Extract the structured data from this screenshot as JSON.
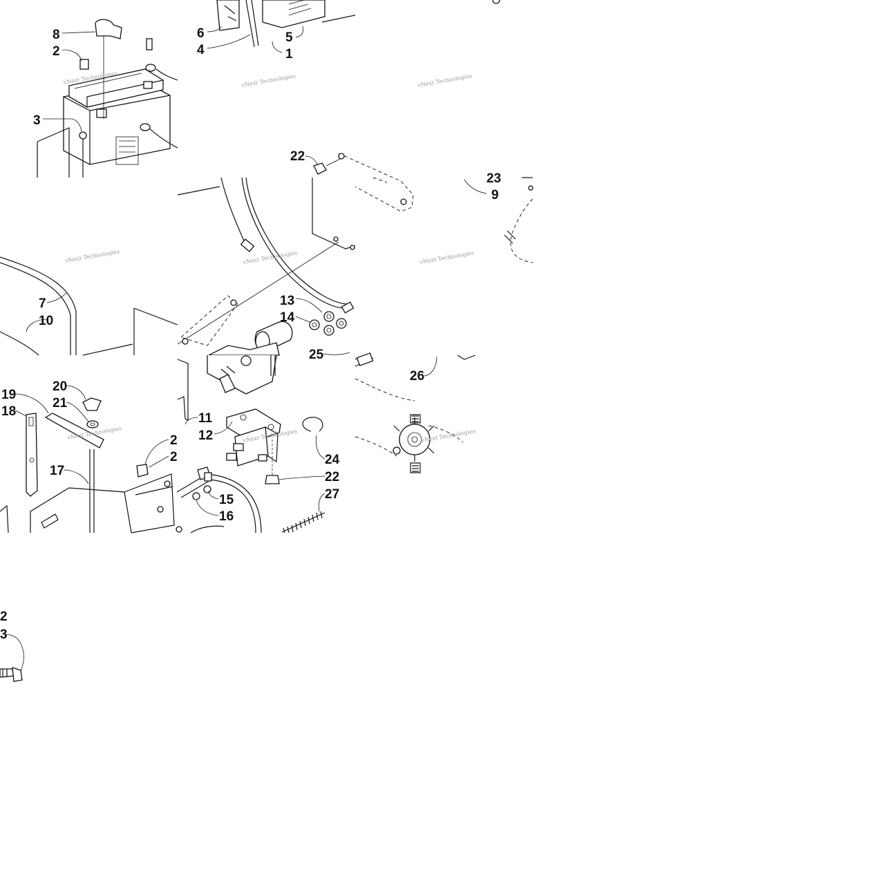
{
  "watermark": "vNext Technologies",
  "callouts": [
    "8",
    "2",
    "3",
    "6",
    "4",
    "5",
    "1",
    "22",
    "23",
    "9",
    "7",
    "10",
    "13",
    "14",
    "25",
    "26",
    "20",
    "19",
    "21",
    "18",
    "17",
    "11",
    "12",
    "24",
    "22",
    "27",
    "15",
    "16",
    "2",
    "3",
    "2",
    "2"
  ]
}
